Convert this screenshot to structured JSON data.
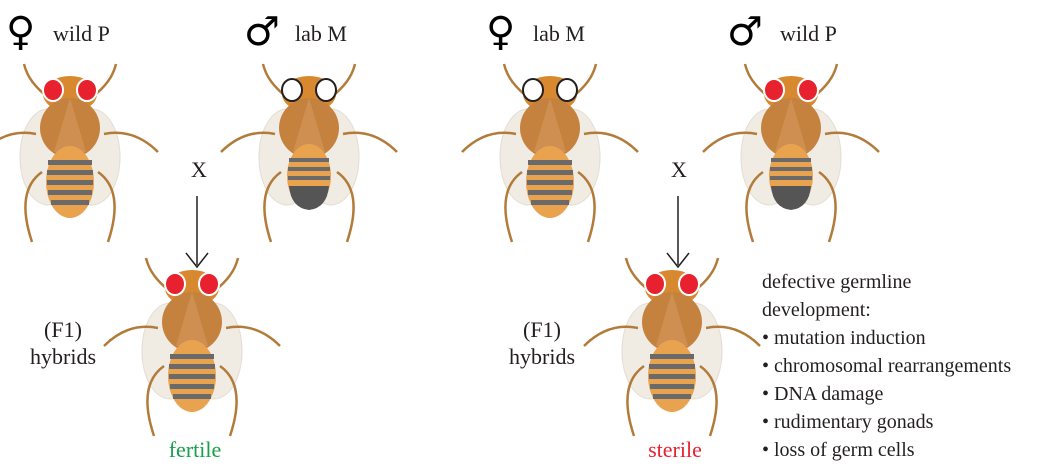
{
  "left_cross": {
    "female_symbol": "♀",
    "female_label": "wild P",
    "male_symbol": "♂",
    "male_label": "lab M",
    "cross_mark": "X",
    "offspring_label_line1": "(F1)",
    "offspring_label_line2": "hybrids",
    "outcome": "fertile"
  },
  "right_cross": {
    "female_symbol": "♀",
    "female_label": "lab M",
    "male_symbol": "♂",
    "male_label": "wild P",
    "cross_mark": "X",
    "offspring_label_line1": "(F1)",
    "offspring_label_line2": "hybrids",
    "outcome": "sterile"
  },
  "notes": {
    "heading_line1": "defective germline",
    "heading_line2": "development:",
    "items": [
      "• mutation induction",
      "• chromosomal rearrangements",
      "• DNA damage",
      "• rudimentary gonads",
      "• loss of germ cells"
    ]
  },
  "colors": {
    "fertile": "#17a04a",
    "sterile": "#e8212e",
    "red_eye": "#e8212e",
    "white_eye": "#ffffff",
    "body_orange": "#d8892f",
    "thorax": "#c5823f",
    "stripe": "#6a6a6a"
  },
  "flies": [
    {
      "role": "left-female",
      "eyes": "red",
      "abdomen": "striped"
    },
    {
      "role": "left-male",
      "eyes": "white",
      "abdomen": "dark-tip"
    },
    {
      "role": "left-hybrid",
      "eyes": "red",
      "abdomen": "striped"
    },
    {
      "role": "right-female",
      "eyes": "white",
      "abdomen": "striped"
    },
    {
      "role": "right-male",
      "eyes": "red",
      "abdomen": "dark-tip"
    },
    {
      "role": "right-hybrid",
      "eyes": "red",
      "abdomen": "striped"
    }
  ]
}
